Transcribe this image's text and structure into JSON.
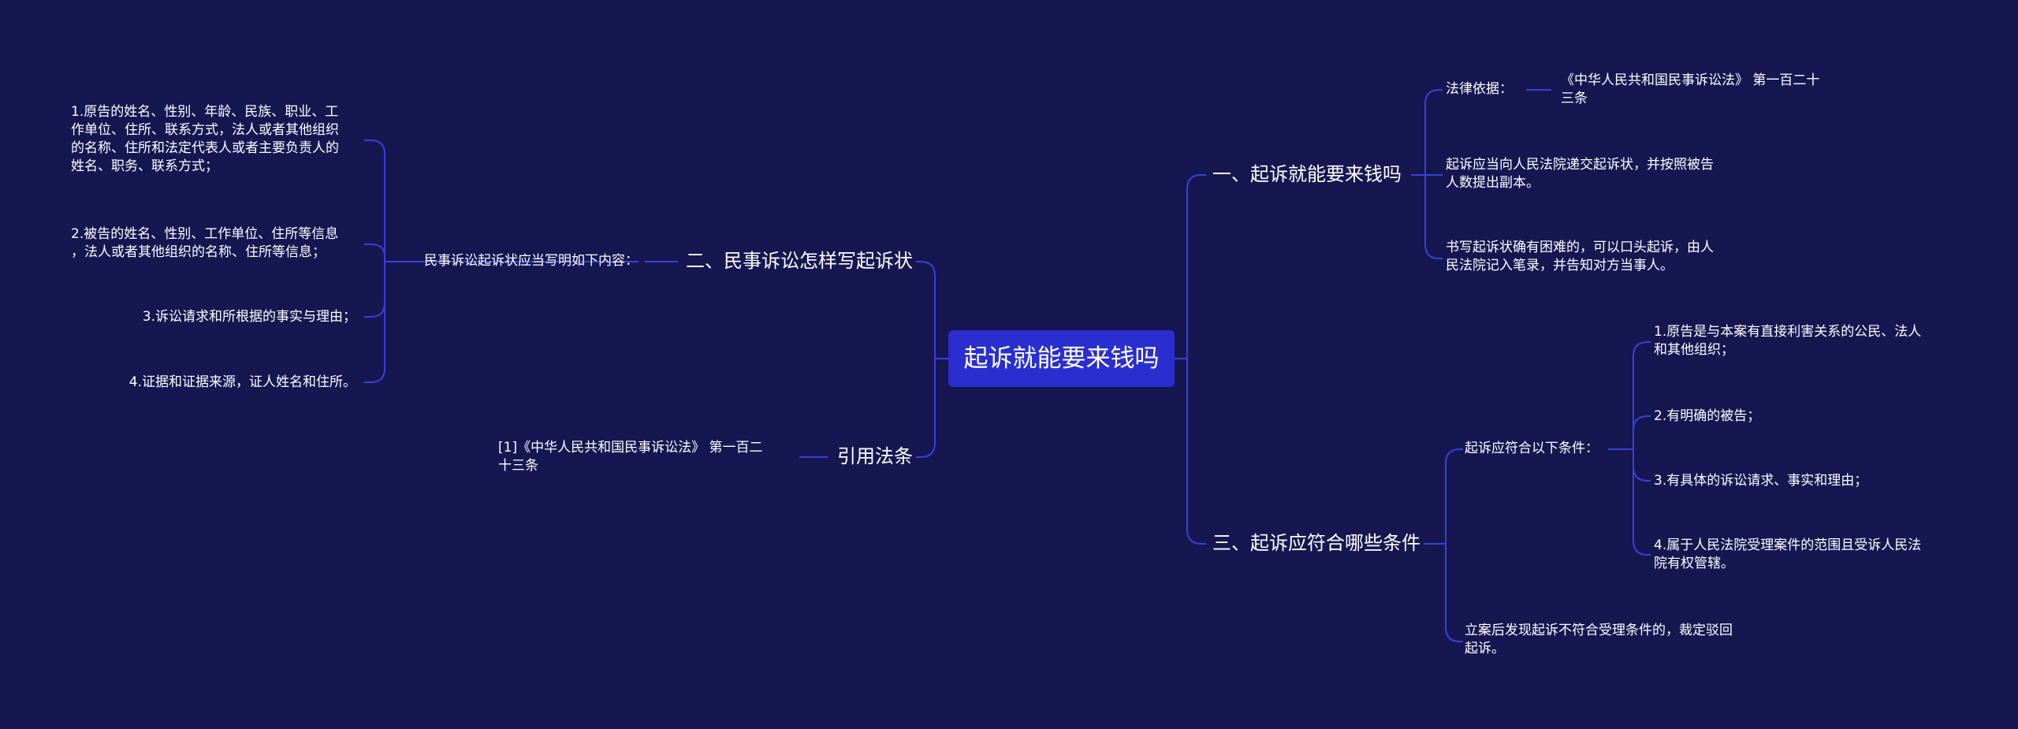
{
  "mindmap": {
    "root": "起诉就能要来钱吗",
    "left": {
      "section2": {
        "title": "二、民事诉讼怎样写起诉状",
        "intro": "民事诉讼起诉状应当写明如下内容：",
        "items": [
          "1.原告的姓名、性别、年龄、民族、职业、工\n作单位、住所、联系方式，法人或者其他组织\n的名称、住所和法定代表人或者主要负责人的\n姓名、职务、联系方式；",
          "2.被告的姓名、性别、工作单位、住所等信息\n，法人或者其他组织的名称、住所等信息；",
          "3.诉讼请求和所根据的事实与理由；",
          "4.证据和证据来源，证人姓名和住所。"
        ]
      },
      "citation": {
        "title": "引用法条",
        "item": "[1]《中华人民共和国民事诉讼法》 第一百二\n十三条"
      }
    },
    "right": {
      "section1": {
        "title": "一、起诉就能要来钱吗",
        "legal_basis_label": "法律依据：",
        "legal_basis_value": "《中华人民共和国民事诉讼法》 第一百二十\n三条",
        "items": [
          "起诉应当向人民法院递交起诉状，并按照被告\n人数提出副本。",
          "书写起诉状确有困难的，可以口头起诉，由人\n民法院记入笔录，并告知对方当事人。"
        ]
      },
      "section3": {
        "title": "三、起诉应符合哪些条件",
        "conditions_label": "起诉应符合以下条件：",
        "conditions": [
          "1.原告是与本案有直接利害关系的公民、法人\n和其他组织；",
          "2.有明确的被告；",
          "3.有具体的诉讼请求、事实和理由；",
          "4.属于人民法院受理案件的范围且受诉人民法\n院有权管辖。"
        ],
        "after": "立案后发现起诉不符合受理条件的，裁定驳回\n起诉。"
      }
    }
  },
  "colors": {
    "background": "#161751",
    "root_fill": "#2a2ecf",
    "connector": "#3a3fd9",
    "text": "#ffffff"
  }
}
